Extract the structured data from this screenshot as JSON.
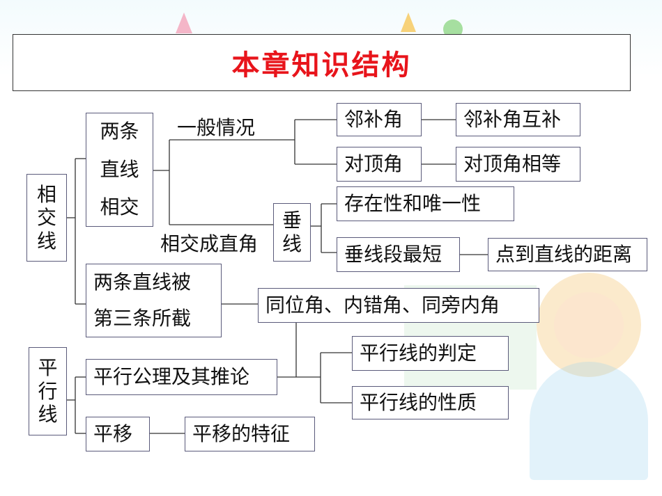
{
  "title": "本章知识结构",
  "nodes": {
    "xiangjiaoxian": [
      "相",
      "交",
      "线"
    ],
    "pingxingxian": [
      "平",
      "行",
      "线"
    ],
    "liangtiao_xiangjiao": [
      "两条",
      "直线",
      "相交"
    ],
    "liangtiao_jie_1": "两条直线被",
    "liangtiao_jie_2": "第三条所截",
    "gongli": "平行公理及其推论",
    "pingyi": "平移",
    "pingyi_tezheng": "平移的特征",
    "linbu": "邻补角",
    "linbu_hubu": "邻补角互补",
    "duiding": "对顶角",
    "duiding_xiangdeng": "对顶角相等",
    "chuixian": [
      "垂",
      "线"
    ],
    "cunzai": "存在性和唯一性",
    "chuixianduan": "垂线段最短",
    "juli": "点到直线的距离",
    "tongwei": "同位角、内错角、同旁内角",
    "panding": "平行线的判定",
    "xingzhi": "平行线的性质"
  },
  "edge_labels": {
    "yiban": "一般情况",
    "zhijiao": "相交成直角"
  },
  "colors": {
    "title_text": "#e8141b",
    "box_border": "#5a5a7a",
    "line": "#333333"
  }
}
